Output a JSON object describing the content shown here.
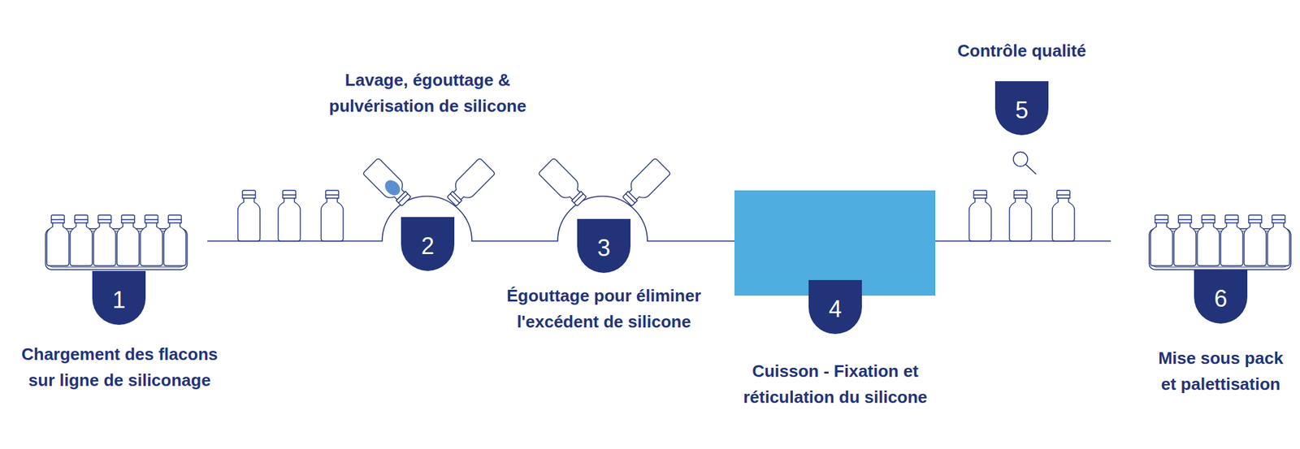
{
  "diagram": {
    "nodes": [
      {
        "text": [
          "1",
          "Chargement des flacons sur ligne de siliconage"
        ]
      },
      {
        "text": [
          "Lavage, égouttage & pulvérisation de silicone",
          "2"
        ]
      },
      {
        "text": [
          "3",
          "Égouttage pour éliminer l'excédent de silicone"
        ]
      },
      {
        "text": [
          "4",
          "Cuisson - Fixation et réticulation du silicone"
        ]
      },
      {
        "text": [
          "Contrôle qualité",
          "5"
        ]
      },
      {
        "text": [
          "6",
          "Mise sous pack et palettisation"
        ]
      }
    ]
  }
}
